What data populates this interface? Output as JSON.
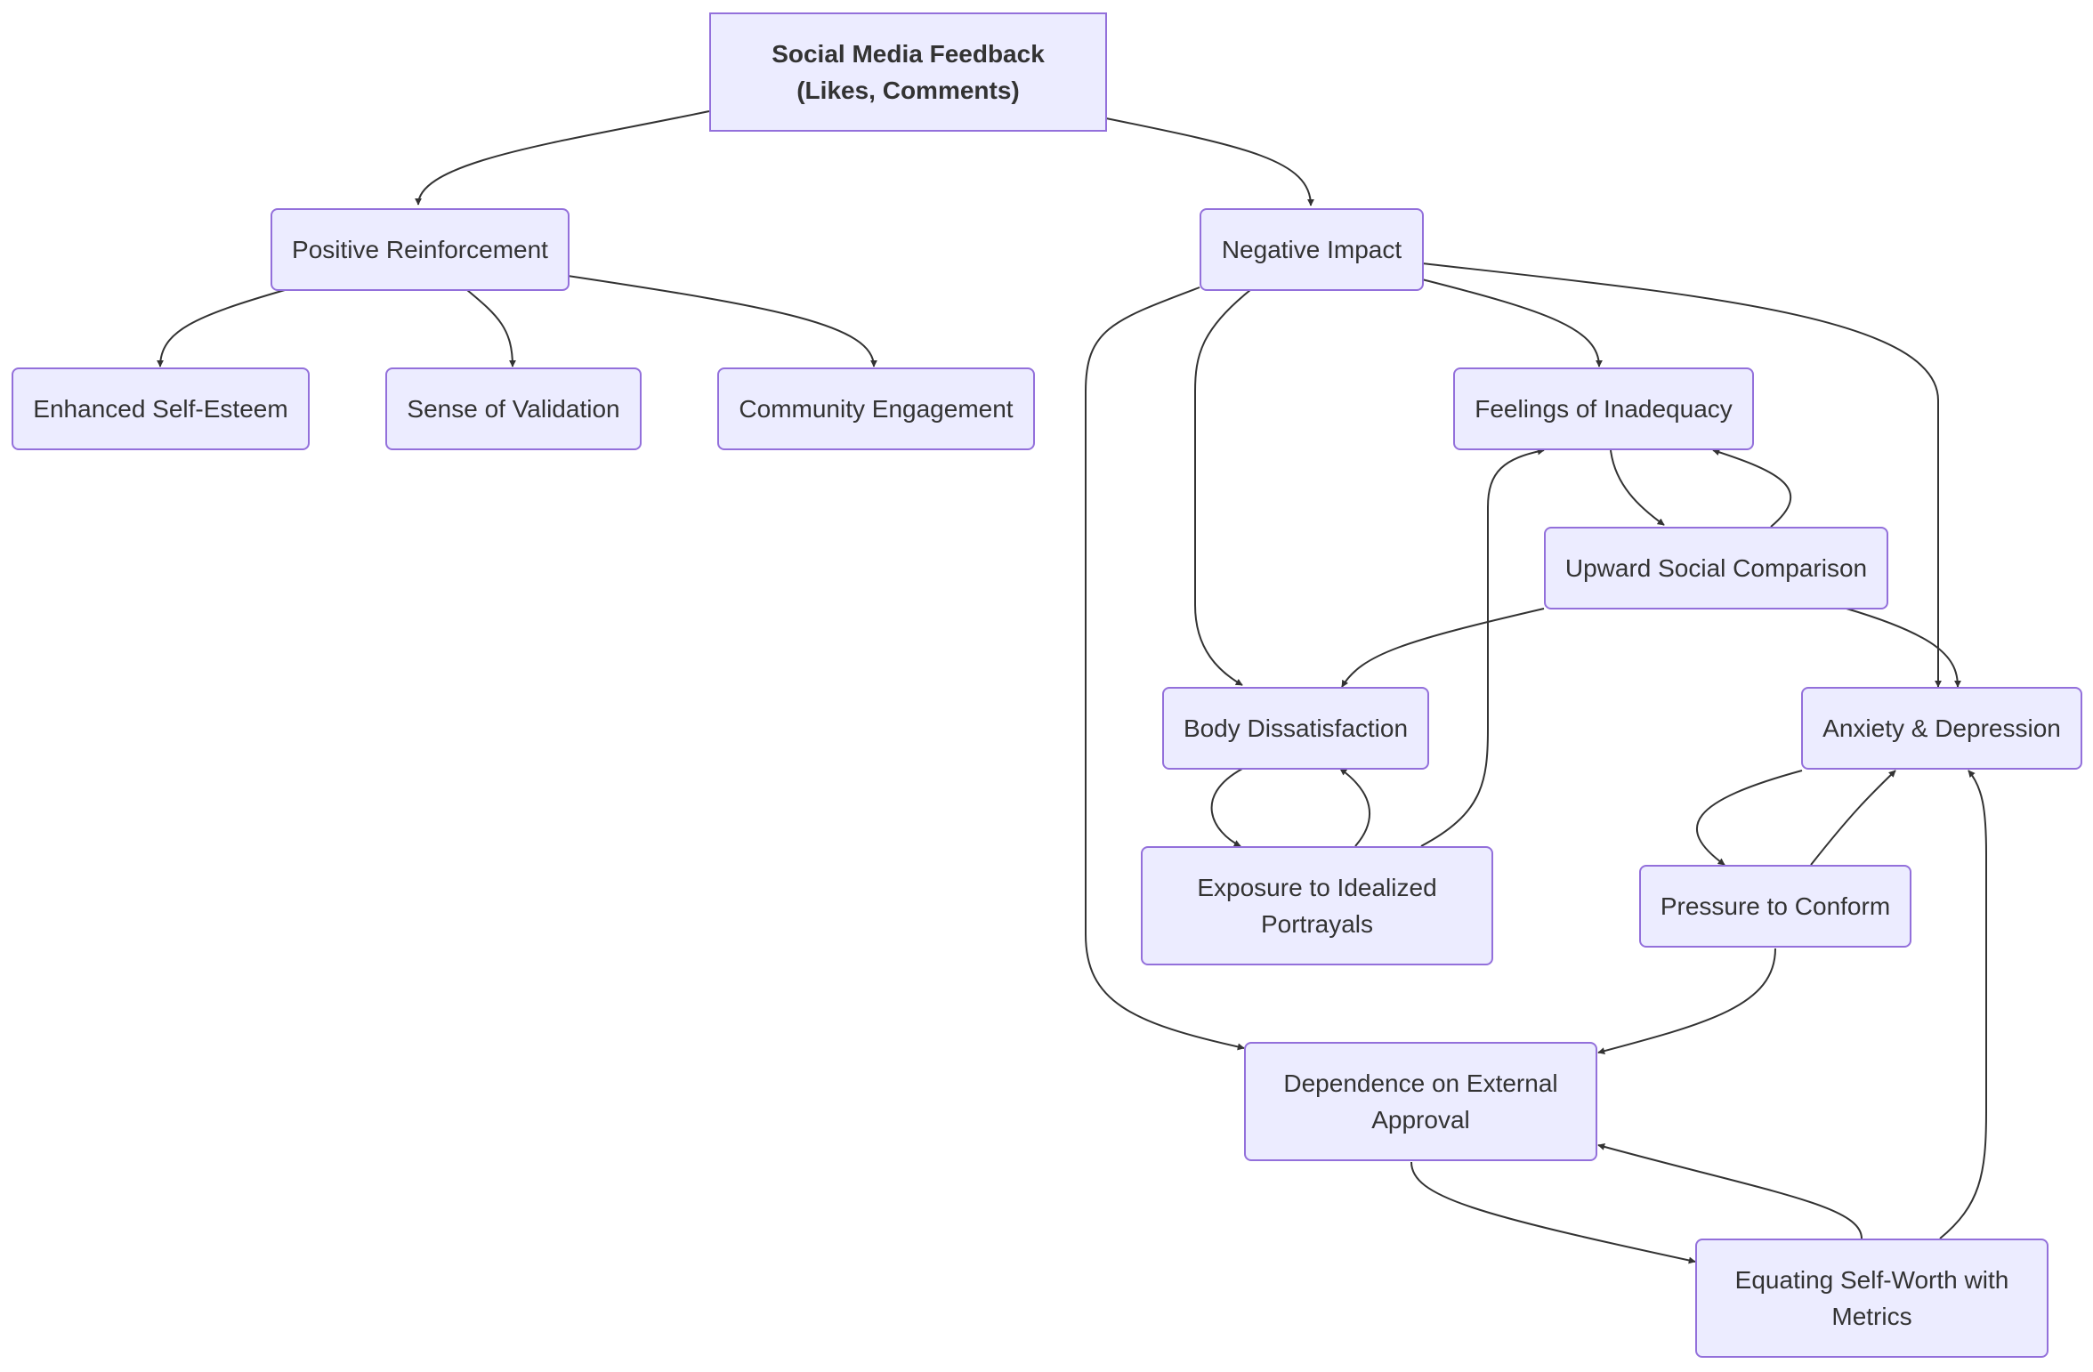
{
  "diagram": {
    "nodes": [
      {
        "id": "root",
        "label": "Social Media Feedback (Likes, Comments)",
        "lines": [
          "Social Media Feedback",
          "(Likes, Comments)"
        ]
      },
      {
        "id": "pos",
        "label": "Positive Reinforcement"
      },
      {
        "id": "neg",
        "label": "Negative Impact"
      },
      {
        "id": "ese",
        "label": "Enhanced Self-Esteem"
      },
      {
        "id": "sov",
        "label": "Sense of Validation"
      },
      {
        "id": "ce",
        "label": "Community Engagement"
      },
      {
        "id": "foi",
        "label": "Feelings of Inadequacy"
      },
      {
        "id": "usc",
        "label": "Upward Social Comparison"
      },
      {
        "id": "bd",
        "label": "Body Dissatisfaction"
      },
      {
        "id": "ad",
        "label": "Anxiety & Depression"
      },
      {
        "id": "eip",
        "label": "Exposure to Idealized Portrayals",
        "lines": [
          "Exposure to Idealized",
          "Portrayals"
        ]
      },
      {
        "id": "ptc",
        "label": "Pressure to Conform"
      },
      {
        "id": "doea",
        "label": "Dependence on External Approval",
        "lines": [
          "Dependence on External",
          "Approval"
        ]
      },
      {
        "id": "eswm",
        "label": "Equating Self-Worth with Metrics",
        "lines": [
          "Equating Self-Worth with",
          "Metrics"
        ]
      }
    ],
    "edges": [
      {
        "from": "root",
        "to": "pos"
      },
      {
        "from": "root",
        "to": "neg"
      },
      {
        "from": "pos",
        "to": "ese"
      },
      {
        "from": "pos",
        "to": "sov"
      },
      {
        "from": "pos",
        "to": "ce"
      },
      {
        "from": "neg",
        "to": "foi"
      },
      {
        "from": "neg",
        "to": "ad"
      },
      {
        "from": "neg",
        "to": "bd"
      },
      {
        "from": "neg",
        "to": "doea"
      },
      {
        "from": "foi",
        "to": "usc"
      },
      {
        "from": "usc",
        "to": "foi"
      },
      {
        "from": "usc",
        "to": "bd"
      },
      {
        "from": "usc",
        "to": "ad"
      },
      {
        "from": "bd",
        "to": "eip"
      },
      {
        "from": "eip",
        "to": "bd"
      },
      {
        "from": "eip",
        "to": "foi"
      },
      {
        "from": "ad",
        "to": "ptc"
      },
      {
        "from": "ptc",
        "to": "ad"
      },
      {
        "from": "ptc",
        "to": "doea"
      },
      {
        "from": "doea",
        "to": "eswm"
      },
      {
        "from": "eswm",
        "to": "doea"
      },
      {
        "from": "eswm",
        "to": "ad"
      }
    ],
    "colors": {
      "node_fill": "#ECECFF",
      "node_border": "#9370DB",
      "edge": "#333333",
      "text": "#333333"
    }
  }
}
